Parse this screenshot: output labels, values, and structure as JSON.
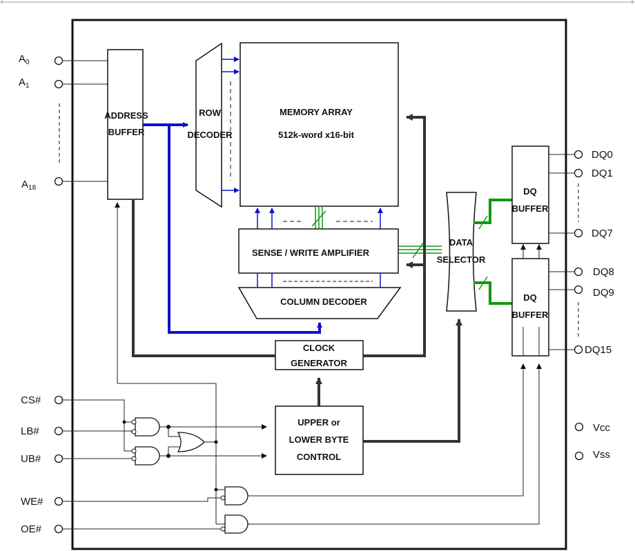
{
  "blocks": {
    "address_buffer": [
      "ADDRESS",
      "BUFFER"
    ],
    "row_decoder": [
      "ROW",
      "DECODER"
    ],
    "memory_array": [
      "MEMORY ARRAY",
      "512k-word x16-bit"
    ],
    "sense_write_amplifier": "SENSE / WRITE AMPLIFIER",
    "column_decoder": "COLUMN DECODER",
    "clock_generator": [
      "CLOCK",
      "GENERATOR"
    ],
    "data_selector": [
      "DATA",
      "SELECTOR"
    ],
    "dq_buffer_upper": [
      "DQ",
      "BUFFER"
    ],
    "dq_buffer_lower": [
      "DQ",
      "BUFFER"
    ],
    "byte_control": [
      "UPPER or",
      "LOWER BYTE",
      "CONTROL"
    ]
  },
  "pins": {
    "a0": {
      "base": "A",
      "sub": "0"
    },
    "a1": {
      "base": "A",
      "sub": "1"
    },
    "a18": {
      "base": "A",
      "sub": "18"
    },
    "cs": "CS#",
    "lb": "LB#",
    "ub": "UB#",
    "we": "WE#",
    "oe": "OE#",
    "dq0": "DQ0",
    "dq1": "DQ1",
    "dq7": "DQ7",
    "dq8": "DQ8",
    "dq9": "DQ9",
    "dq15": "DQ15",
    "vcc": "Vcc",
    "vss": "Vss"
  },
  "colors": {
    "address_bus": "#1010cc",
    "data_bus": "#119911",
    "control": "#333333"
  }
}
